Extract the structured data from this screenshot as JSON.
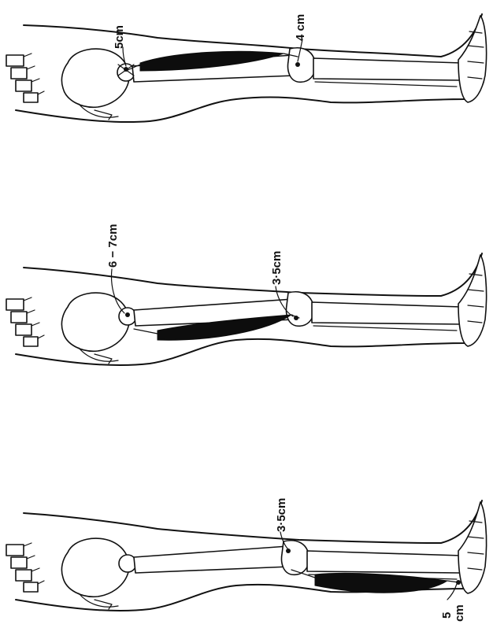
{
  "figures": [
    {
      "origin_label": "5cm",
      "insertion_label": "4 cm"
    },
    {
      "origin_label": "6 − 7cm",
      "insertion_label": "3·5cm"
    },
    {
      "origin_label": "3·5cm",
      "insertion_label_line1": "5",
      "insertion_label_line2": "cm"
    }
  ],
  "colors": {
    "ink": "#111111",
    "muscle": "#0d0d0d",
    "background": "#ffffff"
  }
}
